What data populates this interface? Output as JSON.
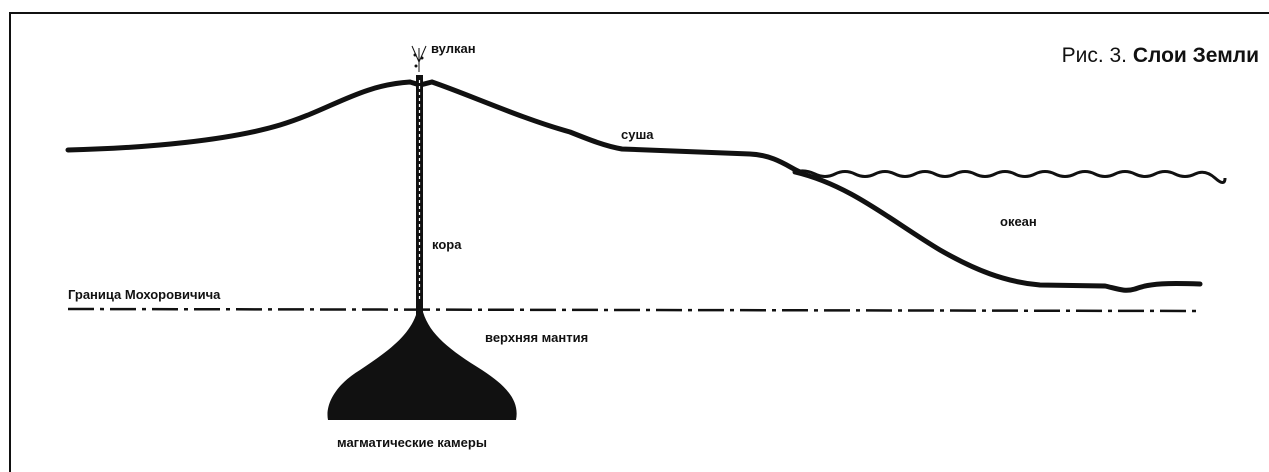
{
  "title": {
    "prefix": "Рис. 3.",
    "main": "Слои Земли"
  },
  "labels": {
    "volcano": "вулкан",
    "land": "суша",
    "ocean": "океан",
    "crust": "кора",
    "moho": "Граница  Мохоровичича",
    "upper_mantle": "верхняя мантия",
    "magma_chambers": "магматические камеры"
  },
  "colors": {
    "ink": "#111111",
    "background": "#ffffff"
  }
}
